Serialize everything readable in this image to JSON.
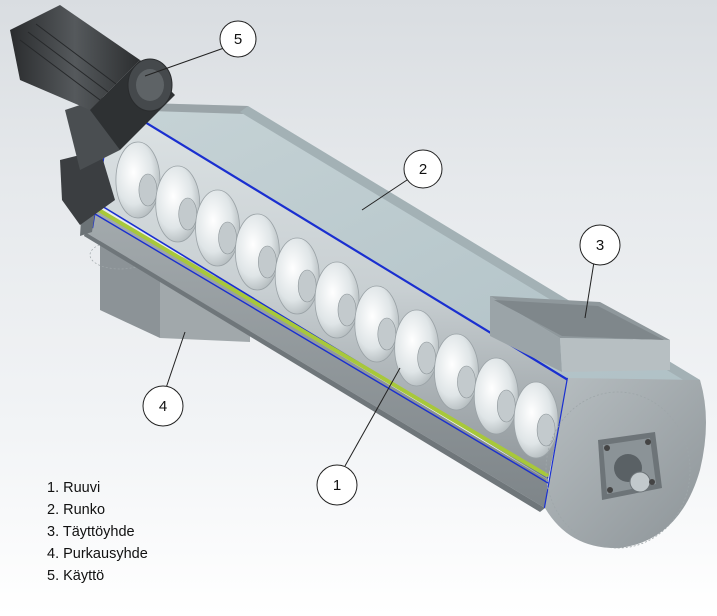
{
  "callouts": [
    {
      "id": "1",
      "number": "1"
    },
    {
      "id": "2",
      "number": "2"
    },
    {
      "id": "3",
      "number": "3"
    },
    {
      "id": "4",
      "number": "4"
    },
    {
      "id": "5",
      "number": "5"
    }
  ],
  "legend": [
    "1. Ruuvi",
    "2. Runko",
    "3. Täyttöyhde",
    "4. Purkausyhde",
    "5. Käyttö"
  ],
  "colors": {
    "frame_edge": "#1a2fd0",
    "seam": "#a8c83a",
    "body_top": "#b9c8cc",
    "body_side": "#9aa3a7",
    "motor": "#3a3d40"
  }
}
